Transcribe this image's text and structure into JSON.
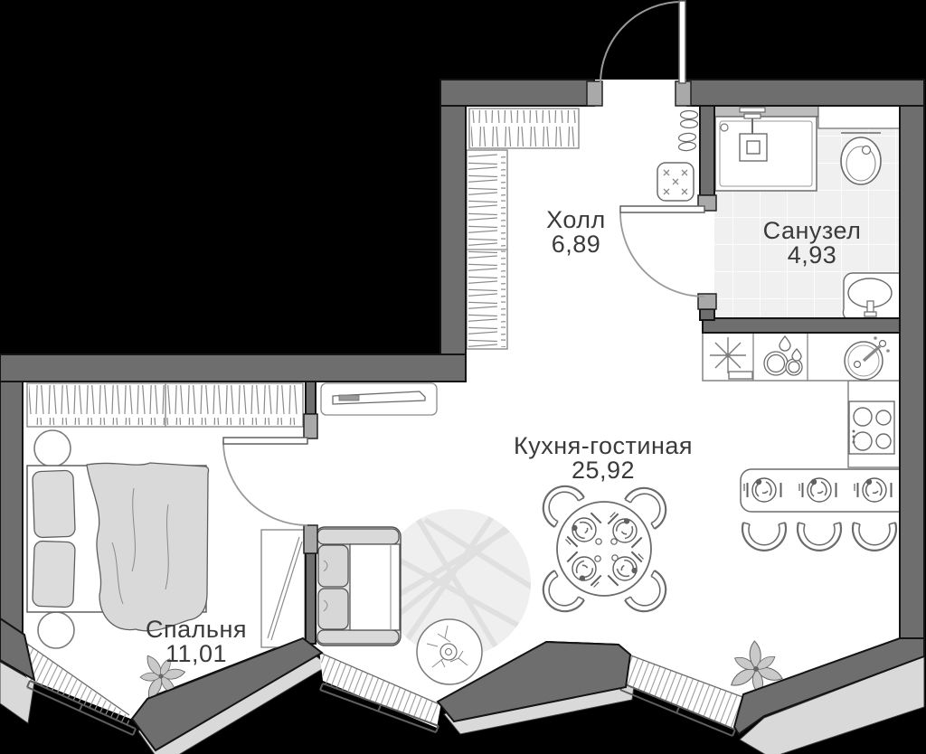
{
  "plan": {
    "type": "apartment-floor-plan",
    "rooms": [
      {
        "label": "Холл",
        "area": "6,89"
      },
      {
        "label": "Санузел",
        "area": "4,93"
      },
      {
        "label": "Кухня-гостиная",
        "area": "25,92"
      },
      {
        "label": "Спальня",
        "area": "11,01"
      }
    ],
    "colors": {
      "wall": "#6e6e6e",
      "wall_outline": "#141414",
      "floor": "#ffffff",
      "bath_tile": "#f0f0f0",
      "facade_band": "#d9d9d9",
      "furniture_stroke": "#5f5f5f",
      "soft_fill": "#d9d9d9",
      "text": "#3a3a3a"
    },
    "icons": [
      "entrance-door-icon",
      "interior-door-icon",
      "window-icon",
      "radiator-hatch-icon",
      "wardrobe-icon",
      "bed-icon",
      "pillow-icon",
      "nightstand-icon",
      "mirror-icon",
      "tv-console-icon",
      "sofa-icon",
      "rug-icon",
      "side-table-icon",
      "dining-table-icon",
      "chair-icon",
      "place-setting-icon",
      "bar-counter-icon",
      "bar-stool-icon",
      "kitchen-sink-icon",
      "dishwasher-icon",
      "hob-icon",
      "cooker-hood-icon",
      "shower-icon",
      "toilet-icon",
      "washbasin-icon",
      "plant-icon",
      "pouf-icon",
      "shoes-icon"
    ]
  }
}
